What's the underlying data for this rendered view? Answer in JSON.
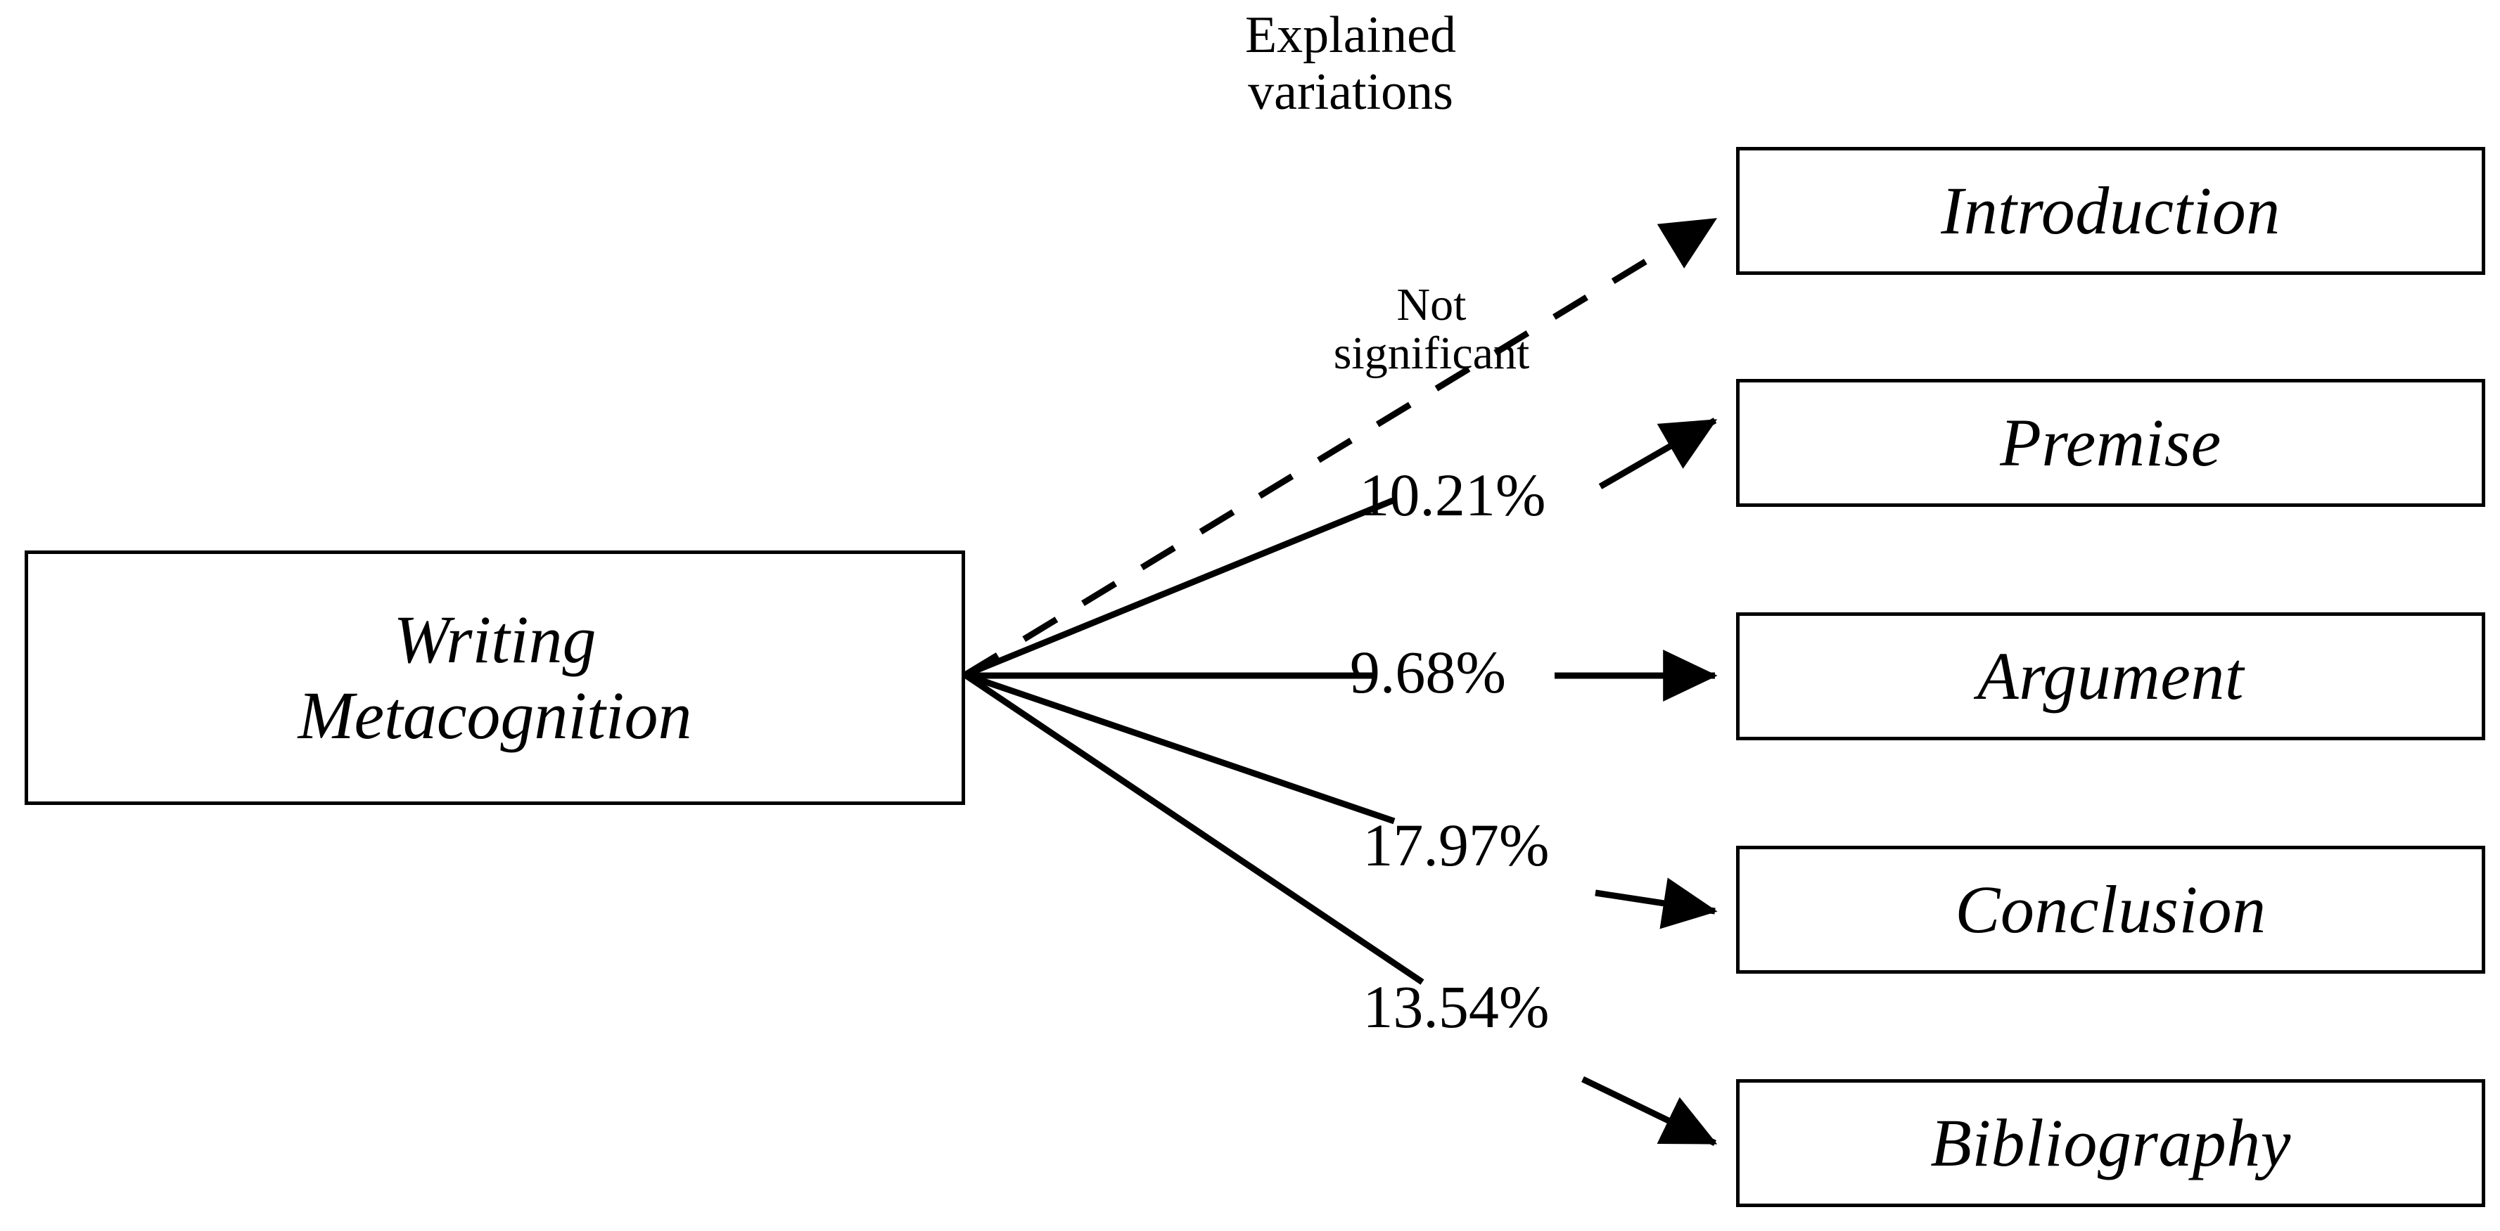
{
  "figure": {
    "caption": "Explained\nvariations",
    "source_node": {
      "label": "Writing\nMetacognition"
    },
    "targets": [
      {
        "label": "Introduction",
        "edge_label": "Not\nsignificant",
        "style": "dashed",
        "value": null
      },
      {
        "label": "Premise",
        "edge_label": "10.21%",
        "style": "solid",
        "value": 10.21
      },
      {
        "label": "Argument",
        "edge_label": "9.68%",
        "style": "solid",
        "value": 9.68
      },
      {
        "label": "Conclusion",
        "edge_label": "17.97%",
        "style": "solid",
        "value": 17.97
      },
      {
        "label": "Bibliography",
        "edge_label": "13.54%",
        "style": "solid",
        "value": 13.54
      }
    ]
  },
  "chart_data": {
    "type": "diagram",
    "title": "Explained variations",
    "predictor": "Writing Metacognition",
    "outcomes": [
      "Introduction",
      "Premise",
      "Argument",
      "Conclusion",
      "Bibliography"
    ],
    "values": [
      null,
      10.21,
      9.68,
      17.97,
      13.54
    ],
    "value_labels": [
      "Not significant",
      "10.21%",
      "9.68%",
      "17.97%",
      "13.54%"
    ],
    "edge_styles": [
      "dashed",
      "solid",
      "solid",
      "solid",
      "solid"
    ],
    "units": "percent of explained variation"
  },
  "colors": {
    "stroke": "#000000",
    "background": "#ffffff"
  }
}
